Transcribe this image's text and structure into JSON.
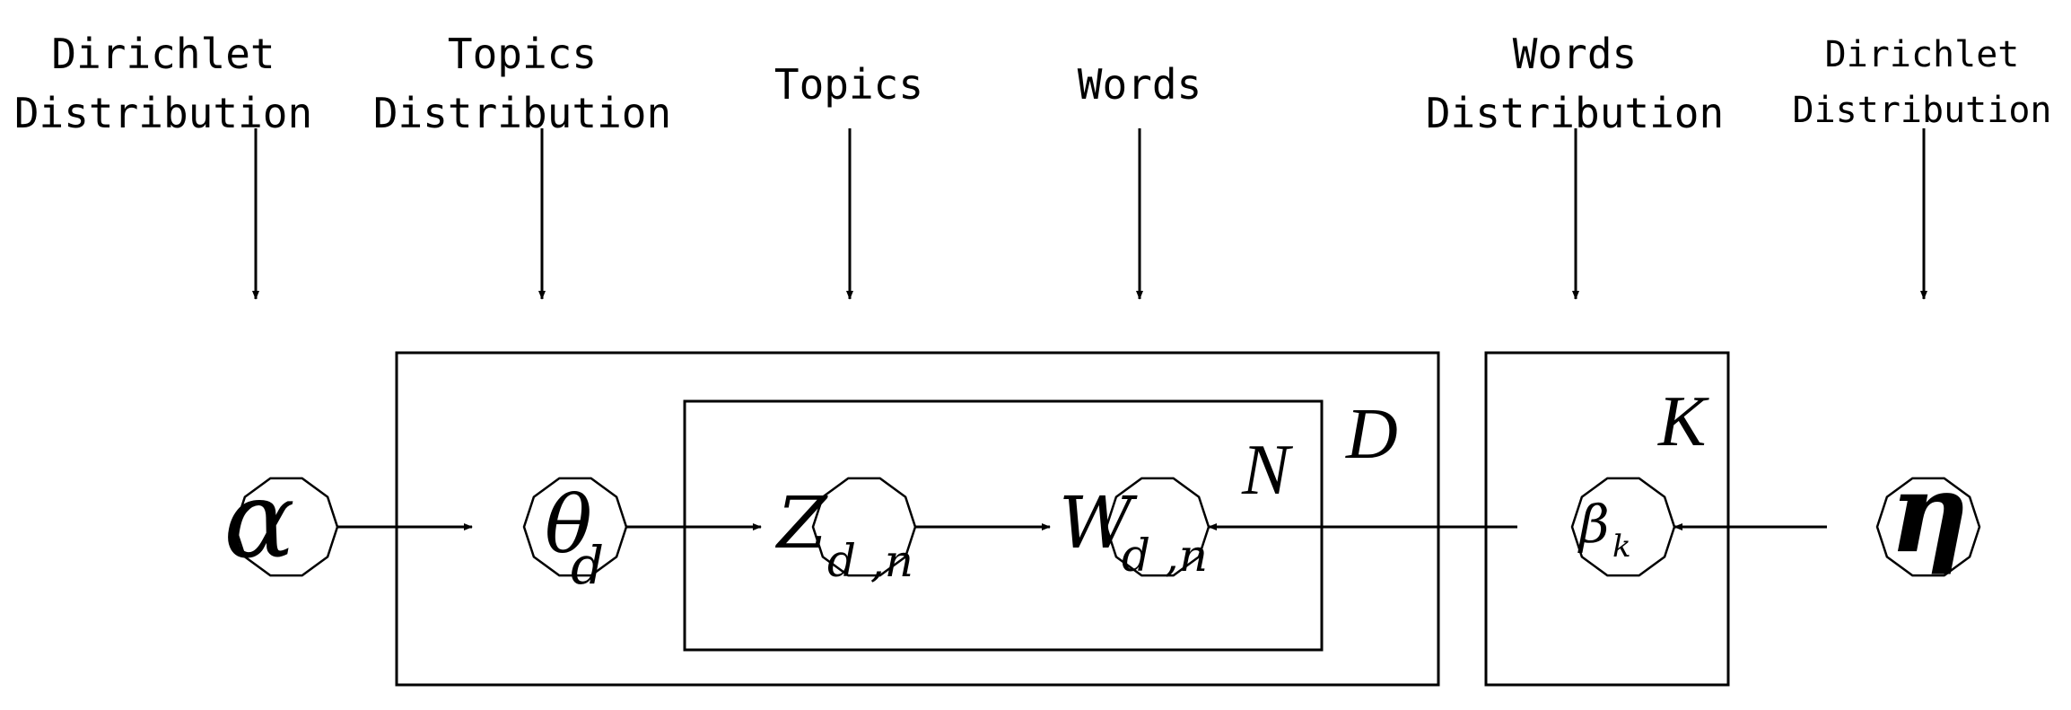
{
  "labels": {
    "alpha_label_line1": "Dirichlet",
    "alpha_label_line2": "Distribution",
    "theta_label_line1": "Topics",
    "theta_label_line2": "Distribution",
    "z_label": "Topics",
    "w_label": "Words",
    "beta_label_line1": "Words",
    "beta_label_line2": "Distribution",
    "eta_label_line1": "Dirichlet",
    "eta_label_line2": "Distribution"
  },
  "nodes": {
    "alpha": {
      "symbol": "α"
    },
    "theta": {
      "symbol": "θ",
      "subscript": "d"
    },
    "z": {
      "symbol": "Z",
      "subscript": "d ,n"
    },
    "w": {
      "symbol": "W",
      "subscript": "d ,n"
    },
    "beta": {
      "symbol": "β",
      "subscript": "k"
    },
    "eta": {
      "symbol": "η"
    }
  },
  "plates": {
    "document": "D",
    "word": "N",
    "topic": "K"
  }
}
